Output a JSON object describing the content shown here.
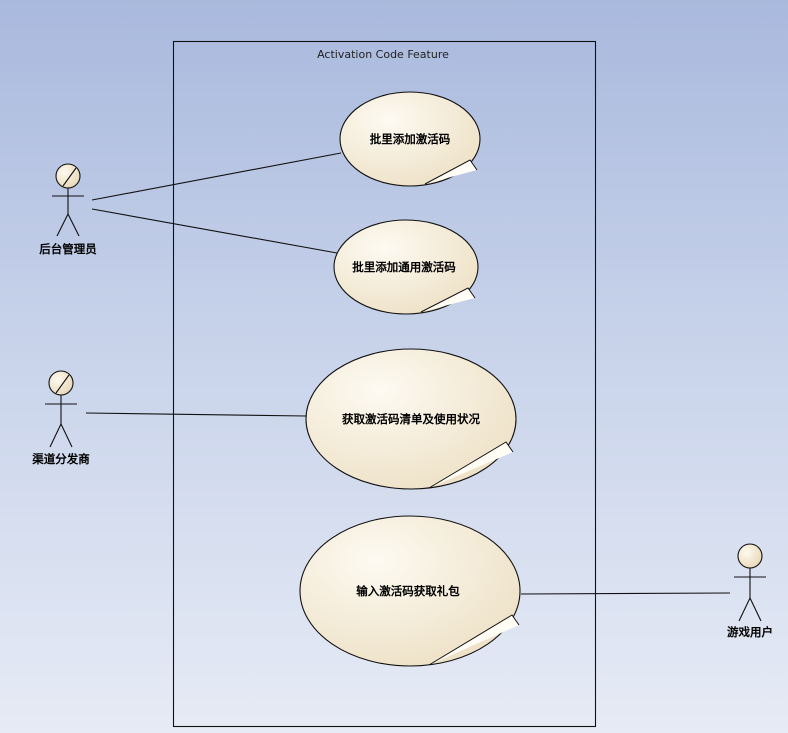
{
  "system_boundary": {
    "title": "Activation Code Feature"
  },
  "use_cases": [
    {
      "id": "uc1",
      "label": "批里添加激活码"
    },
    {
      "id": "uc2",
      "label": "批里添加通用激活码"
    },
    {
      "id": "uc3",
      "label": "获取激活码清单及使用状况"
    },
    {
      "id": "uc4",
      "label": "输入激活码获取礼包"
    }
  ],
  "actors": [
    {
      "id": "a1",
      "label": "后台管理员"
    },
    {
      "id": "a2",
      "label": "渠道分发商"
    },
    {
      "id": "a3",
      "label": "游戏用户"
    }
  ],
  "associations": [
    {
      "from": "a1",
      "to": "uc1"
    },
    {
      "from": "a1",
      "to": "uc2"
    },
    {
      "from": "a2",
      "to": "uc3"
    },
    {
      "from": "a3",
      "to": "uc4"
    }
  ],
  "colors": {
    "use_case_fill_light": "#fdfaf2",
    "use_case_fill_dark": "#ede0c4",
    "stroke": "#111111",
    "actor_head_fill": "#efe4cc"
  }
}
